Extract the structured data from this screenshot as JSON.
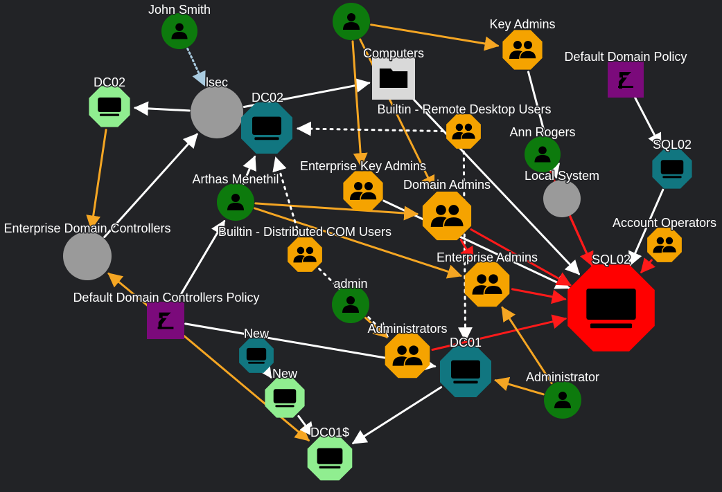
{
  "colors": {
    "background": "#222326",
    "user": "#0d7a0d",
    "group": "#f5a300",
    "computer": "#117680",
    "computer_domain_controller": "#90ee90",
    "gpo": "#7b0a7b",
    "container": "#d9d9d9",
    "unknown": "#9a9a9a",
    "target": "#ff0000",
    "edge_default": "#ffffff",
    "edge_admin": "#f5a623",
    "edge_attack_path": "#ff1a1a",
    "edge_session": "#a9cbe0"
  },
  "nodes": [
    {
      "id": "john-smith",
      "label": "John Smith",
      "kind": "user",
      "icon": "user-icon"
    },
    {
      "id": "lsec",
      "label": "lsec",
      "kind": "unknown",
      "icon": "unknown-node-icon"
    },
    {
      "id": "dc02-green",
      "label": "DC02",
      "kind": "computer_domain_controller",
      "icon": "computer-icon"
    },
    {
      "id": "dc02-teal",
      "label": "DC02",
      "kind": "computer",
      "icon": "computer-icon"
    },
    {
      "id": "user-top",
      "label": "",
      "kind": "user",
      "icon": "user-icon"
    },
    {
      "id": "computers",
      "label": "Computers",
      "kind": "container",
      "icon": "folder-icon"
    },
    {
      "id": "key-admins",
      "label": "Key Admins",
      "kind": "group",
      "icon": "group-icon"
    },
    {
      "id": "default-domain-policy",
      "label": "Default Domain Policy",
      "kind": "gpo",
      "icon": "gpo-icon"
    },
    {
      "id": "builtin-rdu",
      "label": "Builtin - Remote Desktop Users",
      "kind": "group",
      "icon": "group-icon"
    },
    {
      "id": "ann-rogers",
      "label": "Ann Rogers",
      "kind": "user",
      "icon": "user-icon"
    },
    {
      "id": "sql02-teal",
      "label": "SQL02",
      "kind": "computer",
      "icon": "computer-icon"
    },
    {
      "id": "local-system",
      "label": "Local System",
      "kind": "unknown",
      "icon": "unknown-node-icon"
    },
    {
      "id": "enterprise-key-admins",
      "label": "Enterprise Key Admins",
      "kind": "group",
      "icon": "group-icon"
    },
    {
      "id": "domain-admins",
      "label": "Domain Admins",
      "kind": "group",
      "icon": "group-icon"
    },
    {
      "id": "arthas-menethil",
      "label": "Arthas Menethil",
      "kind": "user",
      "icon": "user-icon"
    },
    {
      "id": "enterprise-dcs",
      "label": "Enterprise Domain Controllers",
      "kind": "unknown",
      "icon": "unknown-node-icon"
    },
    {
      "id": "builtin-dcom",
      "label": "Builtin - Distributed COM Users",
      "kind": "group",
      "icon": "group-icon"
    },
    {
      "id": "account-operators",
      "label": "Account Operators",
      "kind": "group",
      "icon": "group-icon"
    },
    {
      "id": "sql02-red",
      "label": "SQL02",
      "kind": "target",
      "icon": "computer-icon"
    },
    {
      "id": "enterprise-admins",
      "label": "Enterprise Admins",
      "kind": "group",
      "icon": "group-icon"
    },
    {
      "id": "default-dc-policy",
      "label": "Default Domain Controllers Policy",
      "kind": "gpo",
      "icon": "gpo-icon"
    },
    {
      "id": "admin",
      "label": "admin",
      "kind": "user",
      "icon": "user-icon"
    },
    {
      "id": "administrators",
      "label": "Administrators",
      "kind": "group",
      "icon": "group-icon"
    },
    {
      "id": "new-teal",
      "label": "New",
      "kind": "computer",
      "icon": "computer-icon"
    },
    {
      "id": "dc01",
      "label": "DC01",
      "kind": "computer",
      "icon": "computer-icon"
    },
    {
      "id": "new-green",
      "label": "New",
      "kind": "computer_domain_controller",
      "icon": "computer-icon"
    },
    {
      "id": "administrator",
      "label": "Administrator",
      "kind": "user",
      "icon": "user-icon"
    },
    {
      "id": "dc01s",
      "label": "DC01$",
      "kind": "computer_domain_controller",
      "icon": "computer-icon"
    }
  ],
  "edges": [
    {
      "from": "john-smith",
      "to": "lsec",
      "style": "session"
    },
    {
      "from": "lsec",
      "to": "dc02-green",
      "style": "default"
    },
    {
      "from": "lsec",
      "to": "computers",
      "style": "default"
    },
    {
      "from": "dc02-green",
      "to": "enterprise-dcs",
      "style": "admin"
    },
    {
      "from": "enterprise-dcs",
      "to": "lsec",
      "style": "default"
    },
    {
      "from": "user-top",
      "to": "key-admins",
      "style": "admin"
    },
    {
      "from": "user-top",
      "to": "enterprise-key-admins",
      "style": "admin"
    },
    {
      "from": "user-top",
      "to": "domain-admins",
      "style": "admin"
    },
    {
      "from": "computers",
      "to": "sql02-red",
      "style": "default"
    },
    {
      "from": "key-admins",
      "to": "local-system",
      "style": "default"
    },
    {
      "from": "default-domain-policy",
      "to": "sql02-teal",
      "style": "default"
    },
    {
      "from": "sql02-teal",
      "to": "sql02-red",
      "style": "default"
    },
    {
      "from": "builtin-rdu",
      "to": "dc02-teal",
      "style": "dotted"
    },
    {
      "from": "builtin-rdu",
      "to": "dc01",
      "style": "dotted"
    },
    {
      "from": "ann-rogers",
      "to": "sql02-red",
      "style": "attack"
    },
    {
      "from": "local-system",
      "to": "sql02-red",
      "style": "attack"
    },
    {
      "from": "enterprise-key-admins",
      "to": "sql02-red",
      "style": "default"
    },
    {
      "from": "domain-admins",
      "to": "sql02-red",
      "style": "attack"
    },
    {
      "from": "domain-admins",
      "to": "enterprise-admins",
      "style": "attack"
    },
    {
      "from": "arthas-menethil",
      "to": "dc02-teal",
      "style": "default"
    },
    {
      "from": "arthas-menethil",
      "to": "domain-admins",
      "style": "admin"
    },
    {
      "from": "arthas-menethil",
      "to": "enterprise-admins",
      "style": "admin"
    },
    {
      "from": "builtin-dcom",
      "to": "dc02-teal",
      "style": "dotted"
    },
    {
      "from": "builtin-dcom",
      "to": "administrators",
      "style": "dotted"
    },
    {
      "from": "account-operators",
      "to": "sql02-red",
      "style": "attack"
    },
    {
      "from": "enterprise-admins",
      "to": "sql02-red",
      "style": "attack"
    },
    {
      "from": "default-dc-policy",
      "to": "arthas-menethil",
      "style": "default"
    },
    {
      "from": "default-dc-policy",
      "to": "enterprise-dcs",
      "style": "admin"
    },
    {
      "from": "default-dc-policy",
      "to": "dc01",
      "style": "default"
    },
    {
      "from": "default-dc-policy",
      "to": "dc01s",
      "style": "admin"
    },
    {
      "from": "admin",
      "to": "administrators",
      "style": "admin"
    },
    {
      "from": "administrators",
      "to": "sql02-red",
      "style": "attack"
    },
    {
      "from": "new-teal",
      "to": "new-green",
      "style": "default"
    },
    {
      "from": "new-green",
      "to": "dc01s",
      "style": "default"
    },
    {
      "from": "dc01",
      "to": "dc01s",
      "style": "default"
    },
    {
      "from": "administrator",
      "to": "enterprise-admins",
      "style": "admin"
    },
    {
      "from": "administrator",
      "to": "dc01",
      "style": "admin"
    }
  ]
}
